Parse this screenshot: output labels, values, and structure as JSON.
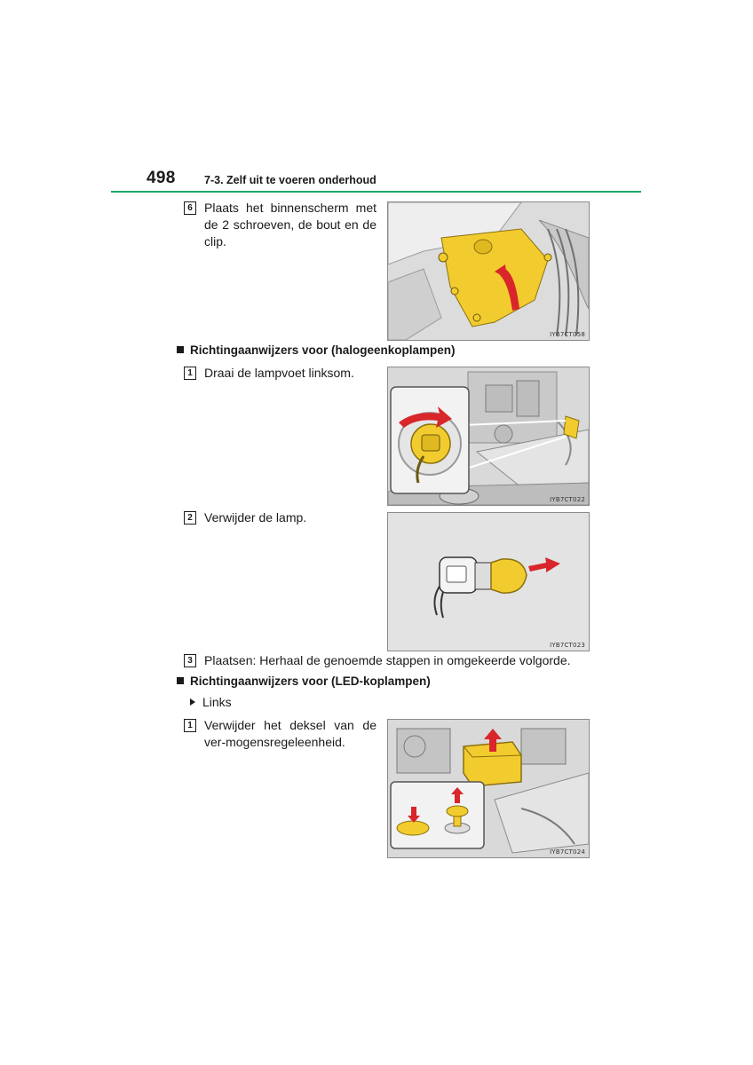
{
  "header": {
    "page_number": "498",
    "section_title": "7-3. Zelf uit te voeren onderhoud",
    "rule_color": "#1fa66a"
  },
  "steps_a": [
    {
      "num": "6",
      "text": "Plaats het binnenscherm met de 2 schroeven, de bout en de clip.",
      "figure_code": "IYB7CT058"
    }
  ],
  "section_halogen": {
    "title": "Richtingaanwijzers voor (halogeenkoplampen)",
    "steps": [
      {
        "num": "1",
        "text": "Draai de lampvoet linksom.",
        "figure_code": "IYB7CT022"
      },
      {
        "num": "2",
        "text": "Verwijder de lamp.",
        "figure_code": "IYB7CT023"
      },
      {
        "num": "3",
        "text": "Plaatsen: Herhaal de genoemde stappen in omgekeerde volgorde."
      }
    ]
  },
  "section_led": {
    "title": "Richtingaanwijzers voor (LED-koplampen)",
    "bullet": "Links",
    "steps": [
      {
        "num": "1",
        "text": "Verwijder het deksel van de ver-mogensregeleenheid.",
        "figure_code": "IYB7CT024"
      }
    ]
  },
  "colors": {
    "highlight_yellow": "#f2cc2e",
    "arrow_red": "#d8262a"
  }
}
